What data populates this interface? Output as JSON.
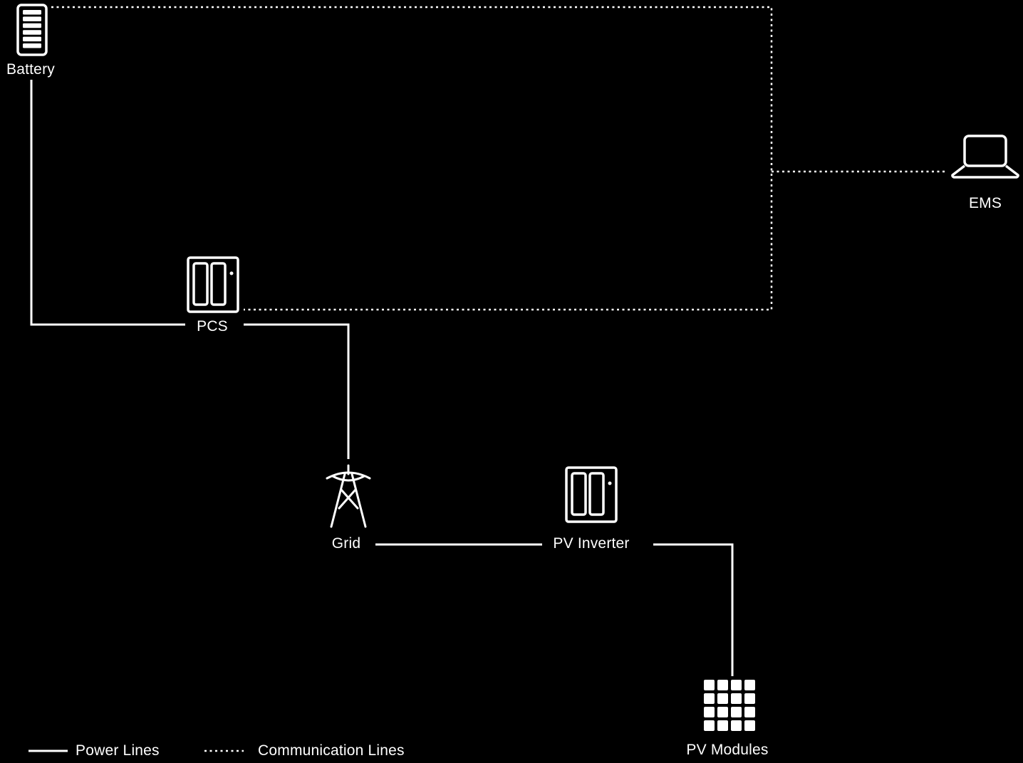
{
  "diagram": {
    "colors": {
      "background": "#000000",
      "foreground": "#ffffff"
    },
    "nodes": [
      {
        "id": "battery",
        "label": "Battery",
        "icon": "battery-icon"
      },
      {
        "id": "ems",
        "label": "EMS",
        "icon": "laptop-icon"
      },
      {
        "id": "pcs",
        "label": "PCS",
        "icon": "power-cabinet-icon"
      },
      {
        "id": "grid",
        "label": "Grid",
        "icon": "transmission-tower-icon"
      },
      {
        "id": "pv_inverter",
        "label": "PV Inverter",
        "icon": "power-cabinet-icon"
      },
      {
        "id": "pv_modules",
        "label": "PV Modules",
        "icon": "solar-panel-icon"
      }
    ],
    "edges": [
      {
        "from": "battery",
        "to": "ems",
        "type": "communication"
      },
      {
        "from": "pcs",
        "to": "ems",
        "type": "communication"
      },
      {
        "from": "battery",
        "to": "pcs",
        "type": "power"
      },
      {
        "from": "pcs",
        "to": "grid",
        "type": "power"
      },
      {
        "from": "grid",
        "to": "pv_inverter",
        "type": "power"
      },
      {
        "from": "pv_inverter",
        "to": "pv_modules",
        "type": "power"
      }
    ],
    "legend": {
      "items": [
        {
          "style": "solid",
          "label": "Power Lines"
        },
        {
          "style": "dashed",
          "label": "Communication Lines"
        }
      ]
    }
  }
}
